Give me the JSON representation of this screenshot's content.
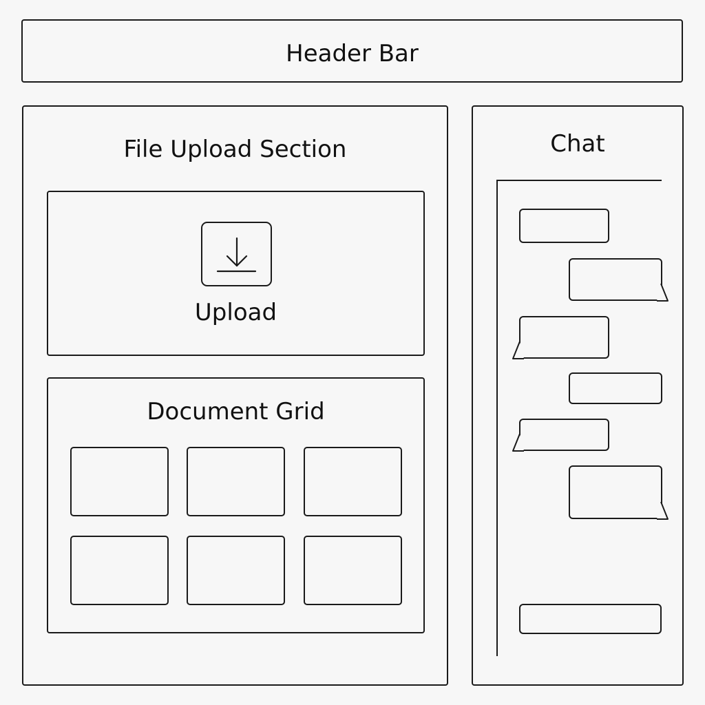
{
  "header": {
    "title": "Header Bar"
  },
  "upload_section": {
    "title": "File Upload Section",
    "upload_label": "Upload",
    "upload_icon": "download-arrow-icon"
  },
  "document_grid": {
    "title": "Document Grid",
    "tile_count": 6
  },
  "chat": {
    "title": "Chat",
    "messages": [
      {
        "side": "left",
        "tail": false
      },
      {
        "side": "right",
        "tail": true
      },
      {
        "side": "left",
        "tail": true
      },
      {
        "side": "right",
        "tail": false
      },
      {
        "side": "left",
        "tail": true
      },
      {
        "side": "right",
        "tail": true
      }
    ],
    "input_placeholder": ""
  },
  "colors": {
    "background": "#f7f7f7",
    "stroke": "#1a1a1a"
  }
}
